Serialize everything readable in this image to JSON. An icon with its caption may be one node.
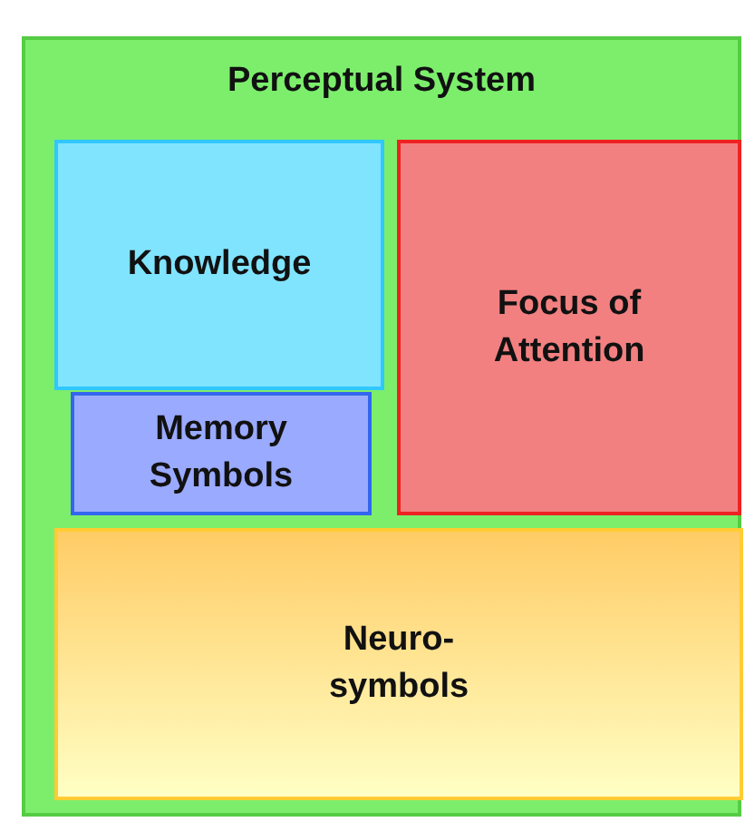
{
  "diagram": {
    "nodes": [
      {
        "text": [
          "Perceptual System"
        ]
      },
      {
        "text": [
          "Knowledge"
        ],
        "in": 0
      },
      {
        "text": [
          "Memory Symbols"
        ],
        "in": 0
      },
      {
        "text": [
          "Focus of Attention"
        ],
        "in": 0
      },
      {
        "text": [
          "Neuro-symbols"
        ],
        "in": 0
      }
    ],
    "edges": []
  }
}
